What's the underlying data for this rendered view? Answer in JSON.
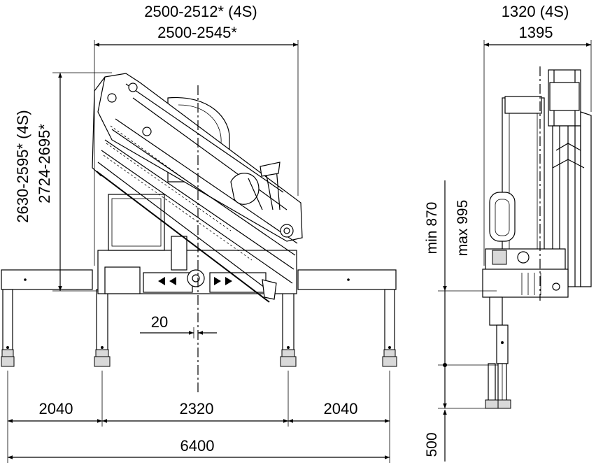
{
  "front_view": {
    "width_4s": "2500-2512* (4S)",
    "width": "2500-2545*",
    "height_4s": "2630-2595* (4S)",
    "height": "2724-2695*",
    "offset": "20",
    "outrigger_left": "2040",
    "base_span": "2320",
    "outrigger_right": "2040",
    "total_span": "6400"
  },
  "side_view": {
    "width_4s": "1320 (4S)",
    "width": "1395",
    "min_height": "min 870",
    "max_height": "max 995",
    "leg_extension": "500"
  }
}
